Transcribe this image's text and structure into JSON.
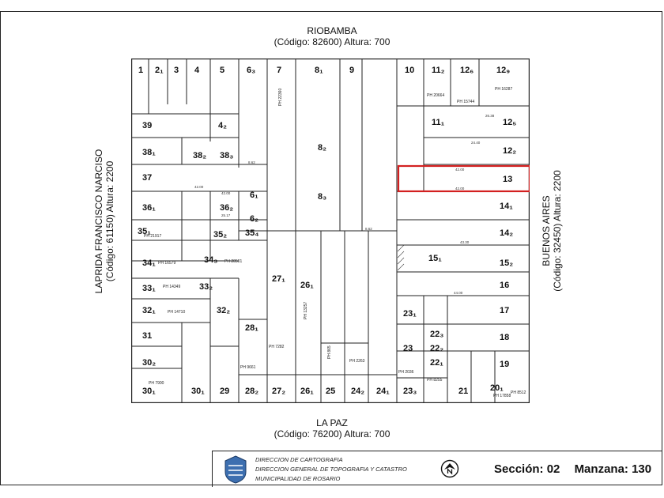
{
  "streets": {
    "top": {
      "name": "RIOBAMBA",
      "detail": "(Código: 82600) Altura: 700"
    },
    "bottom": {
      "name": "LA PAZ",
      "detail": "(Código: 76200) Altura: 700"
    },
    "left": {
      "name": "LAPRIDA FRANCISCO NARCISO",
      "detail": "(Código: 61150) Altura: 2200"
    },
    "right": {
      "name": "BUENOS AIRES",
      "detail": "(Código: 32450) Altura: 2200"
    }
  },
  "plots": {
    "p1": "1",
    "p2": "2₁",
    "p3": "3",
    "p4": "4",
    "p5": "5",
    "p6": "6₃",
    "p7": "7",
    "p8": "8₁",
    "p9": "9",
    "p10": "10",
    "p11a": "11₂",
    "p12a": "12₆",
    "p12b": "12₉",
    "p11b": "11₁",
    "p12c": "12₅",
    "p12d": "12₂",
    "p13": "13",
    "p14a": "14₁",
    "p14b": "14₂",
    "p15a": "15₁",
    "p15b": "15₂",
    "p16": "16",
    "p17": "17",
    "p18": "18",
    "p19": "19",
    "p20": "20₁",
    "p21": "21",
    "p22a": "22₃",
    "p22b": "22₂",
    "p22c": "22₁",
    "p23a": "23₁",
    "p23b": "23",
    "p23c": "23₃",
    "p24a": "24₁",
    "p24b": "24₂",
    "p25": "25",
    "p26a": "26₁",
    "p26b": "26₁",
    "p27a": "27₂",
    "p27b": "27₁",
    "p28a": "28₂",
    "p28b": "28₁",
    "p29": "29",
    "p30a": "30₁",
    "p30b": "30₁",
    "p30c": "30₂",
    "p31": "31",
    "p32a": "32₁",
    "p32b": "32₂",
    "p33a": "33₁",
    "p33b": "33₂",
    "p34a": "34₁",
    "p34b": "34₃",
    "p35a": "35₁",
    "p35b": "35₂",
    "p35c": "35₄",
    "p36a": "36₁",
    "p36b": "36₂",
    "p37": "37",
    "p38a": "38₁",
    "p38b": "38₂",
    "p38c": "38₃",
    "p39": "39",
    "p4b": "4₂",
    "p6b": "6₁",
    "p6c": "6₂",
    "p8b": "8₂",
    "p8c": "8₃"
  },
  "ph": {
    "a": "PH 21917",
    "b": "PH 16579",
    "c": "PH 20501",
    "d": "PH 14349",
    "e": "PH 14710",
    "f": "PH 7282",
    "g": "PH 9661",
    "h": "PH 13257",
    "i": "PH 865",
    "j": "PH 2263",
    "k": "PH 2036",
    "l": "PH 8255",
    "m": "PH 7900",
    "n": "PH 17858",
    "o": "PH 20664",
    "p": "PH 15744",
    "q": "PH 16287",
    "r": "PH 22360",
    "s": "PH 8512"
  },
  "measures": {
    "m1": "42.00",
    "m2": "42.00",
    "m3": "42.00",
    "m4": "42.00",
    "m5": "25.17",
    "m6": "24.40",
    "m7": "26.38",
    "m8": "8.62",
    "m9": "44.00",
    "m10": "8.62",
    "m11": "43.30"
  },
  "footer": {
    "line1": "DIRECCION DE CARTOGRAFIA",
    "line2": "DIRECCION GENERAL DE TOPOGRAFIA Y CATASTRO",
    "line3": "MUNICIPALIDAD DE ROSARIO",
    "seccion_label": "Sección:",
    "seccion_value": "02",
    "manzana_label": "Manzana:",
    "manzana_value": "130"
  },
  "colors": {
    "highlight": "#d32020",
    "lines": "#222222"
  }
}
